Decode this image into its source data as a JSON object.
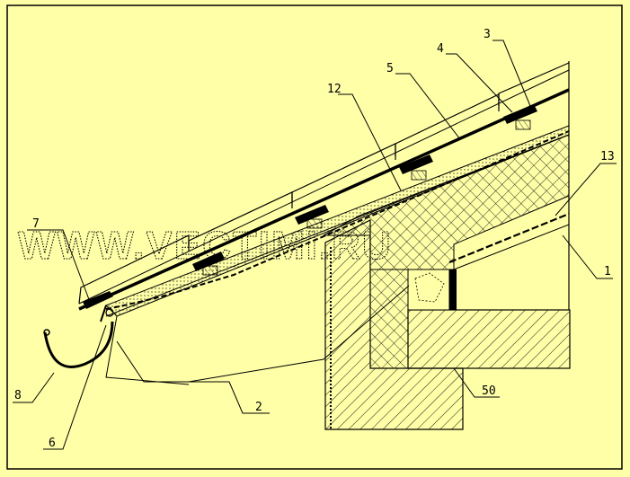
{
  "colors": {
    "background": "#ffffa8",
    "line": "#000000"
  },
  "watermark": "WWW.VECTIMI.RU",
  "callouts": [
    {
      "id": "label-3",
      "text": "3"
    },
    {
      "id": "label-4",
      "text": "4"
    },
    {
      "id": "label-5",
      "text": "5"
    },
    {
      "id": "label-12",
      "text": "12"
    },
    {
      "id": "label-13",
      "text": "13"
    },
    {
      "id": "label-1",
      "text": "1"
    },
    {
      "id": "label-7",
      "text": "7"
    },
    {
      "id": "label-8",
      "text": "8"
    },
    {
      "id": "label-6",
      "text": "6"
    },
    {
      "id": "label-2",
      "text": "2"
    },
    {
      "id": "label-50",
      "text": "50"
    }
  ]
}
